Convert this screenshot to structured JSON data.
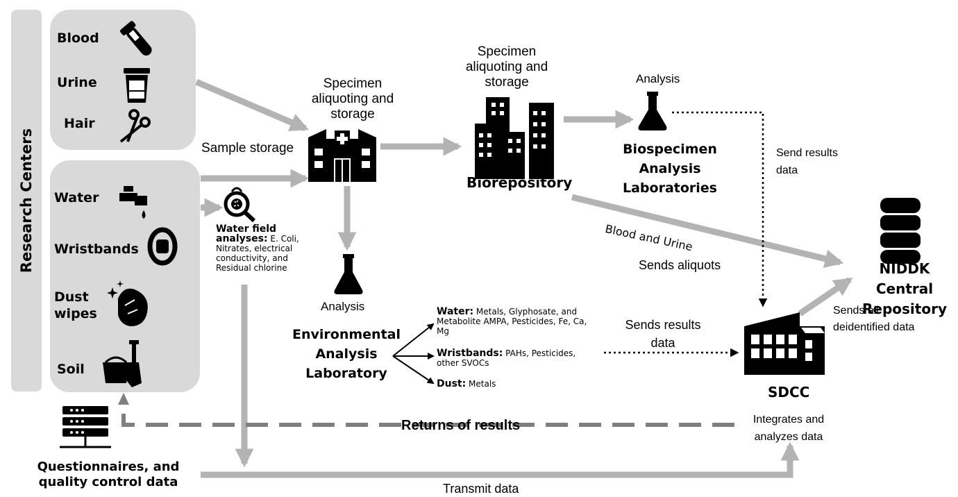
{
  "research_centers": {
    "title": "Research Centers",
    "biospecimens": [
      "Blood",
      "Urine",
      "Hair"
    ],
    "environmental": [
      "Water",
      "Wristbands",
      "Dust wipes",
      "Soil"
    ]
  },
  "questionnaires": "Questionnaires, and quality control data",
  "sample_storage": "Sample storage",
  "local_site": {
    "title": "Specimen aliquoting and storage"
  },
  "water_field": {
    "bold": "Water field analyses:",
    "detail": "E. Coli, Nitrates, electrical conductivity, and Residual chlorine"
  },
  "env_lab": {
    "analysis": "Analysis",
    "title": "Environmental Analysis Laboratory",
    "items": [
      {
        "bold": "Water:",
        "detail": "Metals, Glyphosate, and Metabolite AMPA, Pesticides, Fe, Ca, Mg"
      },
      {
        "bold": "Wristbands:",
        "detail": "PAHs, Pesticides, other SVOCs"
      },
      {
        "bold": "Dust:",
        "detail": "Metals"
      }
    ]
  },
  "biorepository": {
    "caption": "Specimen aliquoting and storage",
    "title": "Biorepository"
  },
  "bio_lab": {
    "analysis": "Analysis",
    "title": "Biospecimen Analysis Laboratories"
  },
  "edges": {
    "send_results_data": "Send results data",
    "blood_and_urine": "Blood and Urine",
    "sends_aliquots": "Sends aliquots",
    "sends_results": "Sends results data",
    "sends_all": "Sends all deidentified data",
    "returns": "Returns of results",
    "transmit": "Transmit data"
  },
  "niddk": "NIDDK Central Repository",
  "sdcc": {
    "title": "SDCC",
    "caption": "Integrates and analyzes data"
  },
  "colors": {
    "panel": "#d9d9d9",
    "arrow": "#b3b3b3",
    "dashed": "#7f7f7f",
    "icon": "#000000"
  }
}
